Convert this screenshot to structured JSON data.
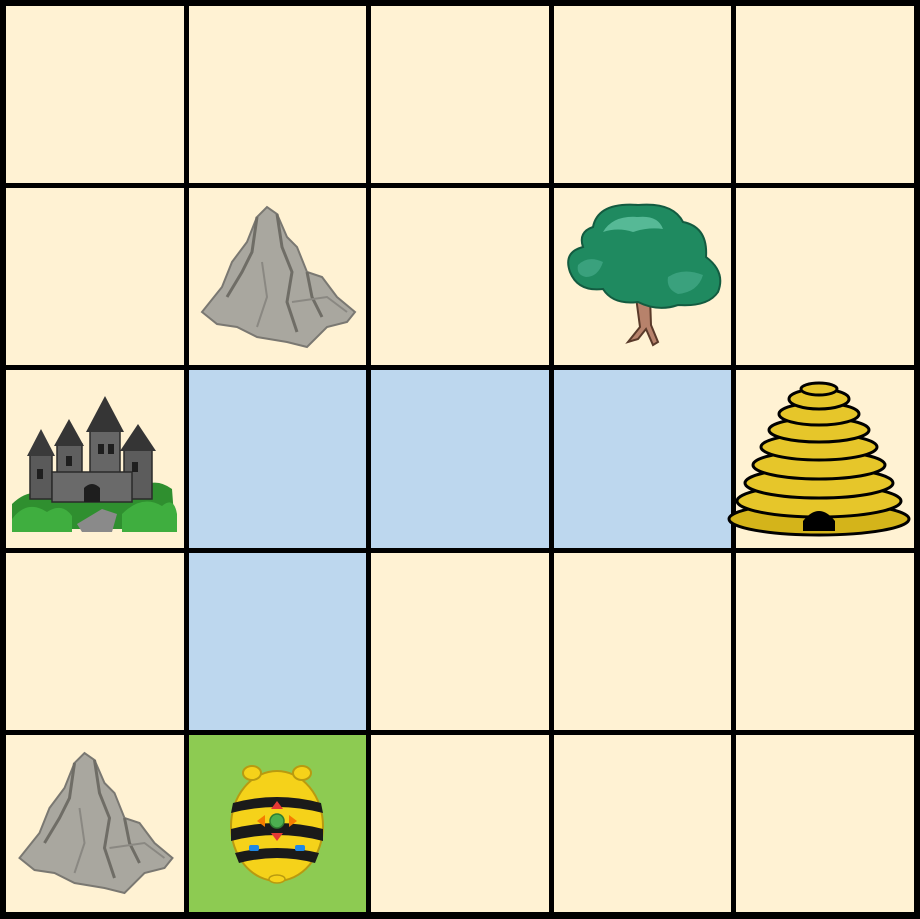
{
  "board": {
    "rows": 5,
    "cols": 5,
    "colors": {
      "empty": "#fff2d3",
      "path": "#bdd7ee",
      "start": "#8dcb52",
      "grid_line": "#000000"
    },
    "cells": [
      [
        "empty",
        "empty",
        "empty",
        "empty",
        "empty"
      ],
      [
        "empty",
        "mountain",
        "empty",
        "tree",
        "empty"
      ],
      [
        "castle",
        "path",
        "path",
        "path",
        "beehive"
      ],
      [
        "empty",
        "path",
        "empty",
        "empty",
        "empty"
      ],
      [
        "mountain",
        "bee-bot",
        "empty",
        "empty",
        "empty"
      ]
    ],
    "highlight": {
      "path_cells": [
        [
          2,
          1
        ],
        [
          2,
          2
        ],
        [
          2,
          3
        ],
        [
          3,
          1
        ]
      ],
      "start_cell": [
        4,
        1
      ]
    },
    "icons": {
      "mountain": "mountain-icon",
      "tree": "tree-icon",
      "castle": "castle-icon",
      "beehive": "beehive-icon",
      "bee-bot": "bee-bot-icon"
    }
  }
}
